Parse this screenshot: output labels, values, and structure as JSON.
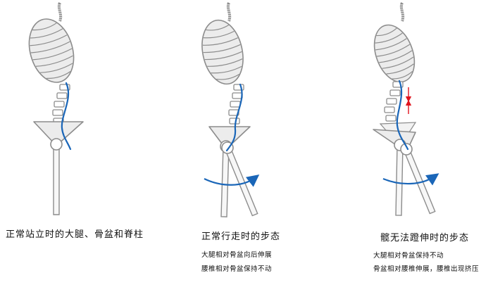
{
  "panels": [
    {
      "title": "正常站立时的大腿、骨盆和脊柱",
      "notes": []
    },
    {
      "title": "正常行走时的步态",
      "notes": [
        "大腿相对骨盆向后伸展",
        "腰椎相对骨盆保持不动"
      ]
    },
    {
      "title": "髋无法蹬伸时的步态",
      "notes": [
        "大腿相对骨盆保持不动",
        "骨盆相对腰椎伸展，腰椎出现挤压"
      ]
    }
  ],
  "colors": {
    "outline": "#8c8c8c",
    "fill": "#ececec",
    "fill_light": "#f7f7f7",
    "curve": "#1a66b8",
    "compress": "#e0141e"
  }
}
